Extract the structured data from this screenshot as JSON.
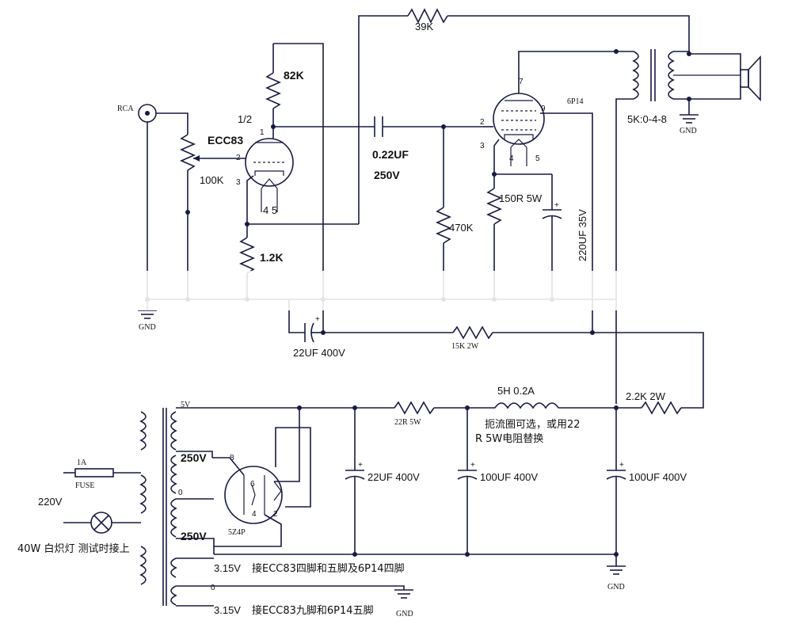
{
  "labels": {
    "r39k": "39K",
    "r82k": "82K",
    "half": "1/2",
    "ecc83": "ECC83",
    "rca": "RCA",
    "pot": "100K",
    "c022": "0.22UF",
    "c022v": "250V",
    "r150": "150R 5W",
    "c220": "220UF 35V",
    "r470": "470K",
    "r12k": "1.2K",
    "gnd": "GND",
    "c22": "22UF 400V",
    "r15k": "15K 2W",
    "tube2": "6P14",
    "ot": "5K:0-4-8",
    "choke": "5H 0.2A",
    "choke_note1": "扼流圈可选，或用22",
    "choke_note2": "R 5W电阻替换",
    "r22": "22R 5W",
    "r22k": "2.2K 2W",
    "c22b": "22UF 400V",
    "c100a": "100UF 400V",
    "c100b": "100UF 400V",
    "v5": "5V",
    "v250a": "250V",
    "v250b": "250V",
    "zero1": "0",
    "zero2": "0",
    "rect": "5Z4P",
    "fuse_a": "1A",
    "fuse": "FUSE",
    "v220": "220V",
    "lamp": "40W 白炽灯 测试时接上",
    "h1v": "3.15V",
    "h1note": "接ECC83四脚和五脚及6P14四脚",
    "h2v": "3.15V",
    "h2note": "接ECC83九脚和6P14五脚"
  },
  "pins": {
    "p1": "1",
    "p2": "2",
    "p3": "3",
    "p45": "4 5",
    "q7": "7",
    "q9": "9",
    "q2": "2",
    "q3": "3",
    "q4": "4",
    "q5": "5",
    "r8": "8",
    "r2": "2",
    "r4": "4",
    "r6": "6"
  }
}
